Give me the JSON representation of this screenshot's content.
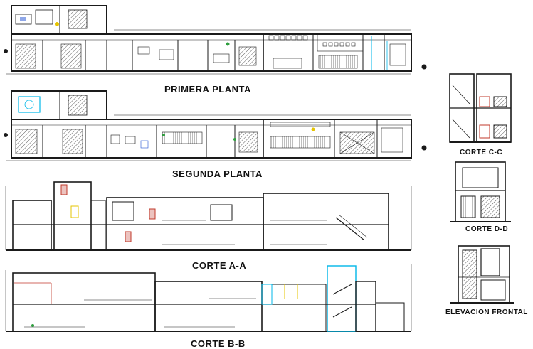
{
  "labels": {
    "primera_planta": "PRIMERA PLANTA",
    "segunda_planta": "SEGUNDA PLANTA",
    "corte_aa": "CORTE A-A",
    "corte_bb": "CORTE B-B",
    "corte_cc": "CORTE C-C",
    "corte_dd": "CORTE D-D",
    "elevacion_frontal": "ELEVACION FRONTAL"
  },
  "colors": {
    "line": "#1a1a1a",
    "accent_yellow": "#e6c400",
    "accent_cyan": "#00b7e8",
    "accent_red": "#c0392b",
    "accent_green": "#2e9e3e",
    "accent_blue": "#1f4fd1"
  }
}
